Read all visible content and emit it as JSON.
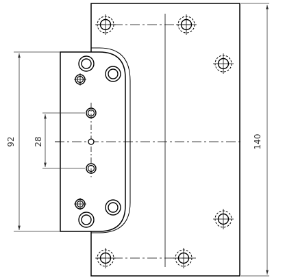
{
  "drawing": {
    "dimensions": [
      {
        "id": "overall-height",
        "label": "140"
      },
      {
        "id": "hinge-height",
        "label": "92"
      },
      {
        "id": "hole-spacing",
        "label": "28"
      }
    ]
  },
  "colors": {
    "line": "#000000",
    "thin": "#333333",
    "background": "#ffffff"
  }
}
